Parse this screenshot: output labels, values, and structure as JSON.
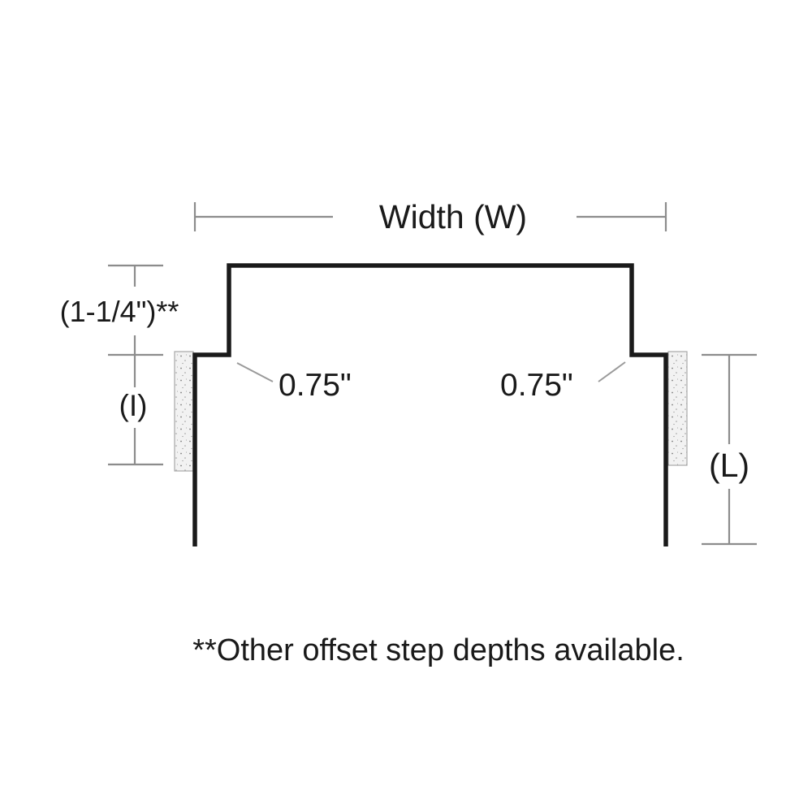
{
  "diagram": {
    "kind": "flashing-cap-profile-cross-section",
    "labels": {
      "width": "Width (W)",
      "offset_step_depth": "(1-1/4\")**",
      "left_step": "0.75\"",
      "right_step": "0.75\"",
      "inner_height": "(I)",
      "leg_length": "(L)"
    },
    "note": "**Other offset step depths available.",
    "colors": {
      "profile_stroke": "#1a1a1a",
      "dimension_stroke": "#8c8c8c",
      "text": "#1a1a1a",
      "hatch_fill": "#f2f2f2"
    }
  }
}
